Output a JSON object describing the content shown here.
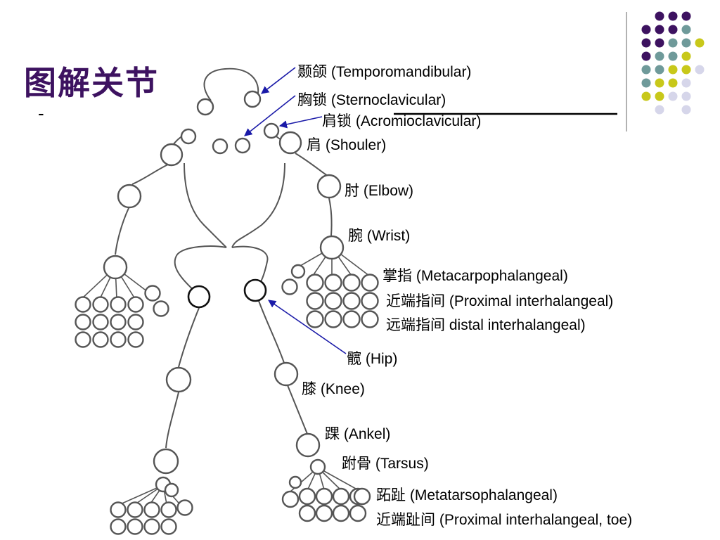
{
  "slide": {
    "title": "图解关节",
    "dash": "-"
  },
  "labels": [
    {
      "id": "tmj",
      "zh": "颞颌",
      "en": "(Temporomandibular)"
    },
    {
      "id": "sternoclavicular",
      "zh": "胸锁",
      "en": "(Sternoclavicular)"
    },
    {
      "id": "acromioclavicular",
      "zh": "肩锁",
      "en": "(Acromioclavicular)"
    },
    {
      "id": "shoulder",
      "zh": "肩",
      "en": "(Shouler)"
    },
    {
      "id": "elbow",
      "zh": "肘",
      "en": "(Elbow)"
    },
    {
      "id": "wrist",
      "zh": "腕",
      "en": "(Wrist)"
    },
    {
      "id": "metacarpophalangeal",
      "zh": "掌指",
      "en": "(Metacarpophalangeal)"
    },
    {
      "id": "proximal-interphalangeal",
      "zh": "近端指间",
      "en": "(Proximal interhalangeal)"
    },
    {
      "id": "distal-interphalangeal",
      "zh": "远端指间",
      "en": "distal interhalangeal)"
    },
    {
      "id": "hip",
      "zh": "髋",
      "en": "(Hip)"
    },
    {
      "id": "knee",
      "zh": "膝",
      "en": "(Knee)"
    },
    {
      "id": "ankle",
      "zh": "踝",
      "en": "(Ankel)"
    },
    {
      "id": "tarsus",
      "zh": "跗骨",
      "en": "(Tarsus)"
    },
    {
      "id": "metatarsophalangeal",
      "zh": "跖趾",
      "en": "(Metatarsophalangeal)"
    },
    {
      "id": "proximal-interphalangeal-toe",
      "zh": "近端趾间",
      "en": "(Proximal interhalangeal, toe)"
    }
  ],
  "colors": {
    "title": "#3d1260",
    "arrow": "#1a1aa8",
    "outline": "#555555",
    "dot_purple": "#3d1260",
    "dot_teal": "#6f9a9a",
    "dot_yellow": "#c8c81a",
    "dot_lavender": "#d6d6ea"
  }
}
